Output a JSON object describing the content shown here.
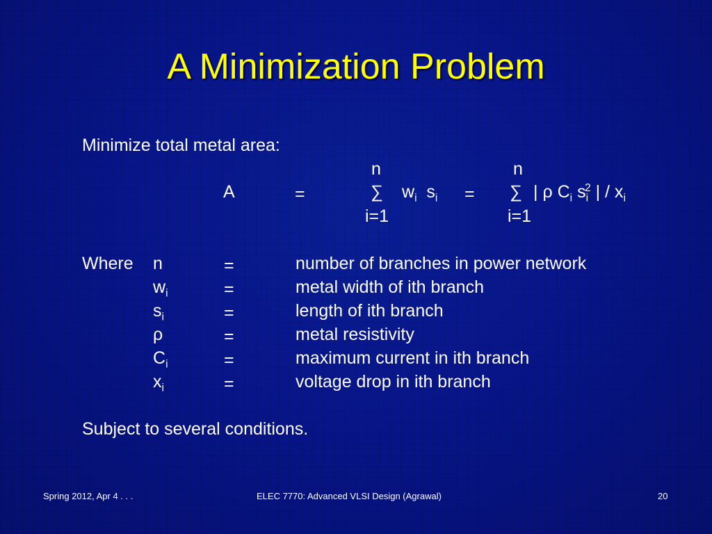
{
  "title": "A Minimization Problem",
  "intro": "Minimize total metal area:",
  "formula": {
    "lhs": "A",
    "eq1": "=",
    "sum1": {
      "upper": "n",
      "symbol": "∑",
      "lower": "i=1"
    },
    "term1": {
      "w": "w",
      "w_sub": "i",
      "s": "s",
      "s_sub": "i"
    },
    "eq2": "=",
    "sum2": {
      "upper": "n",
      "symbol": "∑",
      "lower": "i=1"
    },
    "term2": {
      "open": "| ρ C",
      "c_sub": "i",
      "s": " s",
      "s_sub": "i",
      "s_sup": "2",
      "close": " | / x",
      "x_sub": "i"
    }
  },
  "where_label": "Where",
  "definitions": [
    {
      "symbol": "n",
      "sub": "",
      "eq": "=",
      "text": "number of branches in power network"
    },
    {
      "symbol": "w",
      "sub": "i",
      "eq": "=",
      "text": "metal width of ith branch"
    },
    {
      "symbol": "s",
      "sub": "i",
      "eq": "=",
      "text": "length of ith branch"
    },
    {
      "symbol": "ρ",
      "sub": "",
      "eq": "=",
      "text": "metal resistivity"
    },
    {
      "symbol": "C",
      "sub": "i",
      "eq": "=",
      "text": "maximum current in ith branch"
    },
    {
      "symbol": "x",
      "sub": "i",
      "eq": "=",
      "text": "voltage drop in ith branch"
    }
  ],
  "conclusion": "Subject to several conditions.",
  "footer": {
    "left": "Spring 2012, Apr 4 . . .",
    "center": "ELEC 7770: Advanced VLSI Design (Agrawal)",
    "page": "20"
  }
}
